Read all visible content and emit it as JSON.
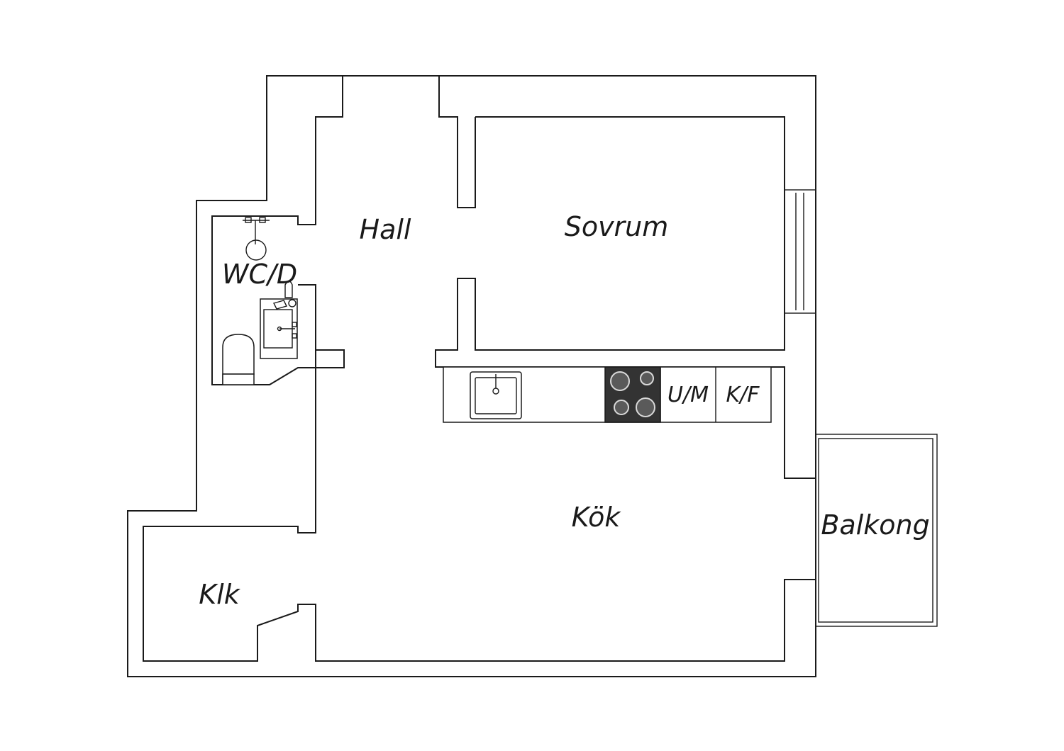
{
  "rooms": {
    "hall": "Hall",
    "sovrum": "Sovrum",
    "wc": "WC/D",
    "kok": "Kök",
    "balkong": "Balkong",
    "klk": "Klk"
  },
  "appliances": {
    "um": "U/M",
    "kf": "K/F"
  }
}
